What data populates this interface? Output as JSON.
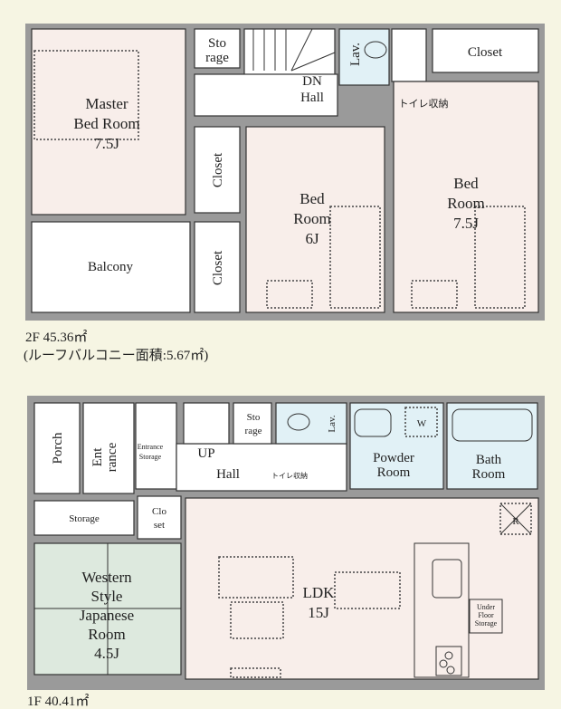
{
  "floor2": {
    "area_label": "2F 45.36㎡",
    "roof_balcony_label": "(ルーフバルコニー面積:5.67㎡)",
    "rooms": {
      "master_bed": [
        "Master",
        "Bed Room",
        "7.5J"
      ],
      "storage": [
        "Sto",
        "rage"
      ],
      "hall": [
        "DN",
        "Hall"
      ],
      "lav": "Lav.",
      "toilet_storage": "トイレ収納",
      "closet_top": "Closet",
      "closet_mid": "Closet",
      "closet_low": "Closet",
      "balcony": "Balcony",
      "bed_6": [
        "Bed",
        "Room",
        "6J"
      ],
      "bed_75": [
        "Bed",
        "Room",
        "7.5J"
      ]
    }
  },
  "floor1": {
    "area_label": "1F 40.41㎡",
    "rooms": {
      "porch": "Porch",
      "entrance": [
        "Ent",
        "rance"
      ],
      "entrance_storage": [
        "Entrance",
        "Storage"
      ],
      "up": "UP",
      "hall": "Hall",
      "storage_small": [
        "Sto",
        "rage"
      ],
      "toilet_storage": "トイレ収納",
      "lav": "Lav.",
      "washer": "W",
      "powder_room": [
        "Powder",
        "Room"
      ],
      "bath_room": [
        "Bath",
        "Room"
      ],
      "storage": "Storage",
      "closet": [
        "Clo",
        "set"
      ],
      "western_japanese": [
        "Western",
        "Style",
        "Japanese",
        "Room",
        "4.5J"
      ],
      "ldk": [
        "LDK",
        "15J"
      ],
      "roof_hatch": "R",
      "under_floor_storage": [
        "Under",
        "Floor",
        "Storage"
      ]
    }
  },
  "colors": {
    "background": "#f6f5e3",
    "wall": "#9a9a9a",
    "bedroom_living": "#f8eeea",
    "wet_area": "#e1f1f6",
    "japanese_room": "#dde9de"
  }
}
